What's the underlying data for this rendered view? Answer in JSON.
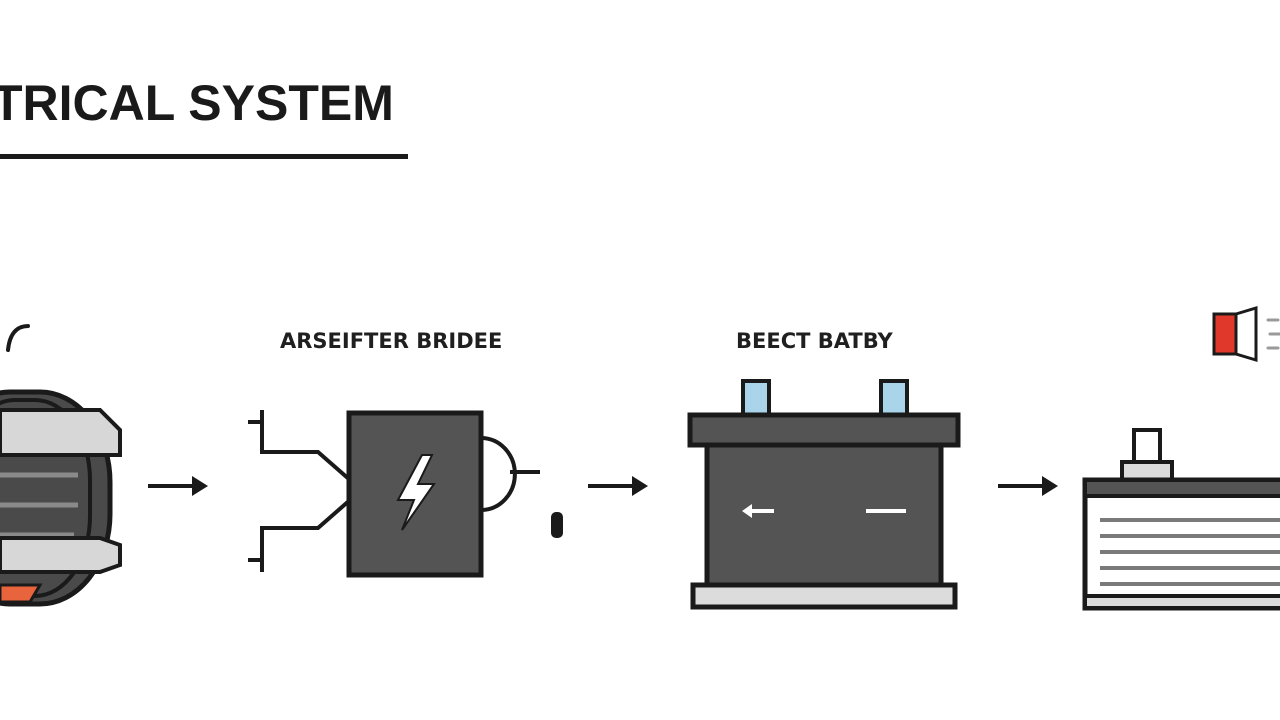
{
  "title": "TRICAL SYSTEM",
  "stages": [
    {
      "label": ""
    },
    {
      "label": "ARSEIFTER BRIDEE"
    },
    {
      "label": "BEECT BATBY"
    },
    {
      "label": ""
    }
  ],
  "battery_markings": {
    "left": "←",
    "right": "—"
  },
  "colors": {
    "outline": "#1a1a1a",
    "dark_fill": "#545454",
    "light_fill": "#dcdcdc",
    "terminal_blue": "#a9d4ea",
    "accent_orange": "#e8643c",
    "accent_red": "#e0392b"
  }
}
